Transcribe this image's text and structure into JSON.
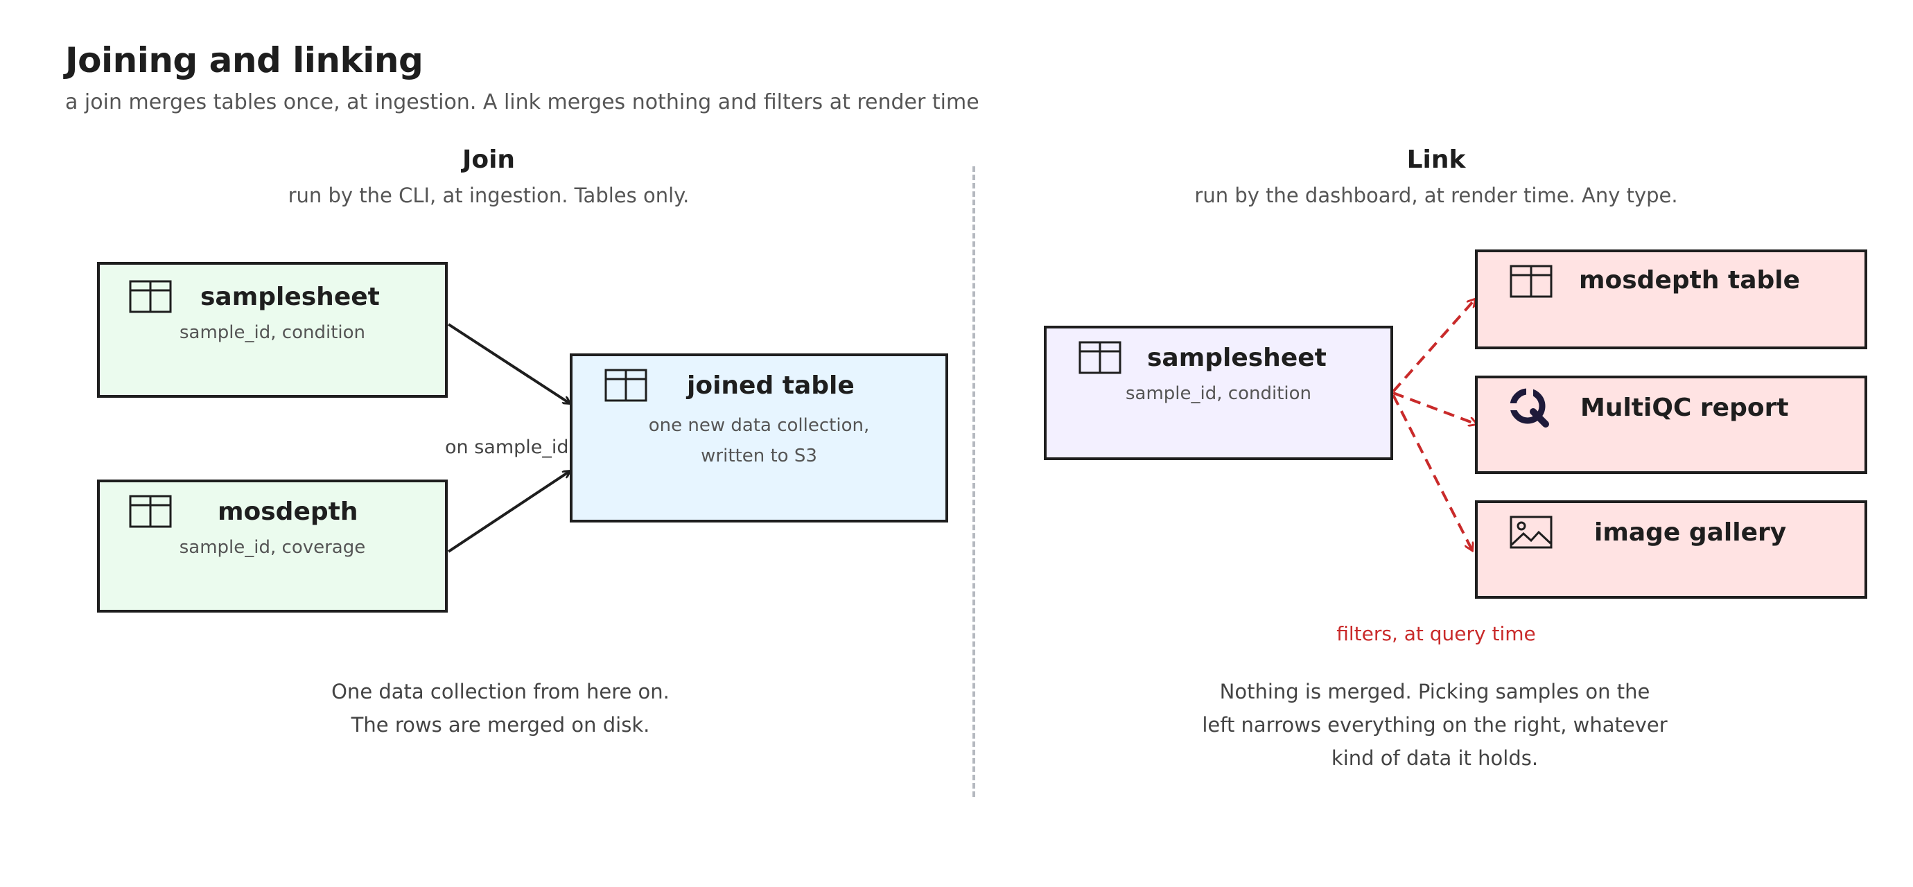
{
  "title": "Joining and linking",
  "subtitle": "a join merges tables once, at ingestion. A link merges nothing and filters at render time",
  "join": {
    "heading": "Join",
    "subheading": "run by the CLI, at ingestion. Tables only.",
    "samplesheet": {
      "name": "samplesheet",
      "desc": "sample_id, condition"
    },
    "mosdepth": {
      "name": "mosdepth",
      "desc": "sample_id, coverage"
    },
    "joined": {
      "name": "joined table",
      "desc_line1": "one new data collection,",
      "desc_line2": "written to S3"
    },
    "edge_label": "on sample_id",
    "note_line1": "One data collection from here on.",
    "note_line2": "The rows are merged on disk."
  },
  "link": {
    "heading": "Link",
    "subheading": "run by the dashboard, at render time. Any type.",
    "samplesheet": {
      "name": "samplesheet",
      "desc": "sample_id, condition"
    },
    "targets": [
      {
        "name": "mosdepth table",
        "icon": "table-icon"
      },
      {
        "name": "MultiQC report",
        "icon": "multiqc-logo-icon"
      },
      {
        "name": "image gallery",
        "icon": "image-icon"
      }
    ],
    "edge_label": "filters, at query time",
    "note_line1": "Nothing is merged. Picking samples on the",
    "note_line2": "left narrows everything on the right, whatever",
    "note_line3": "kind of data it holds."
  },
  "colors": {
    "join_source_fill": "#ebfbee",
    "join_result_fill": "#e7f5ff",
    "link_source_fill": "#f3f0ff",
    "link_target_fill": "#ffe3e3",
    "stroke": "#1e1e1e",
    "link_edge": "#c92a2a",
    "divider": "#b4b8bf"
  }
}
